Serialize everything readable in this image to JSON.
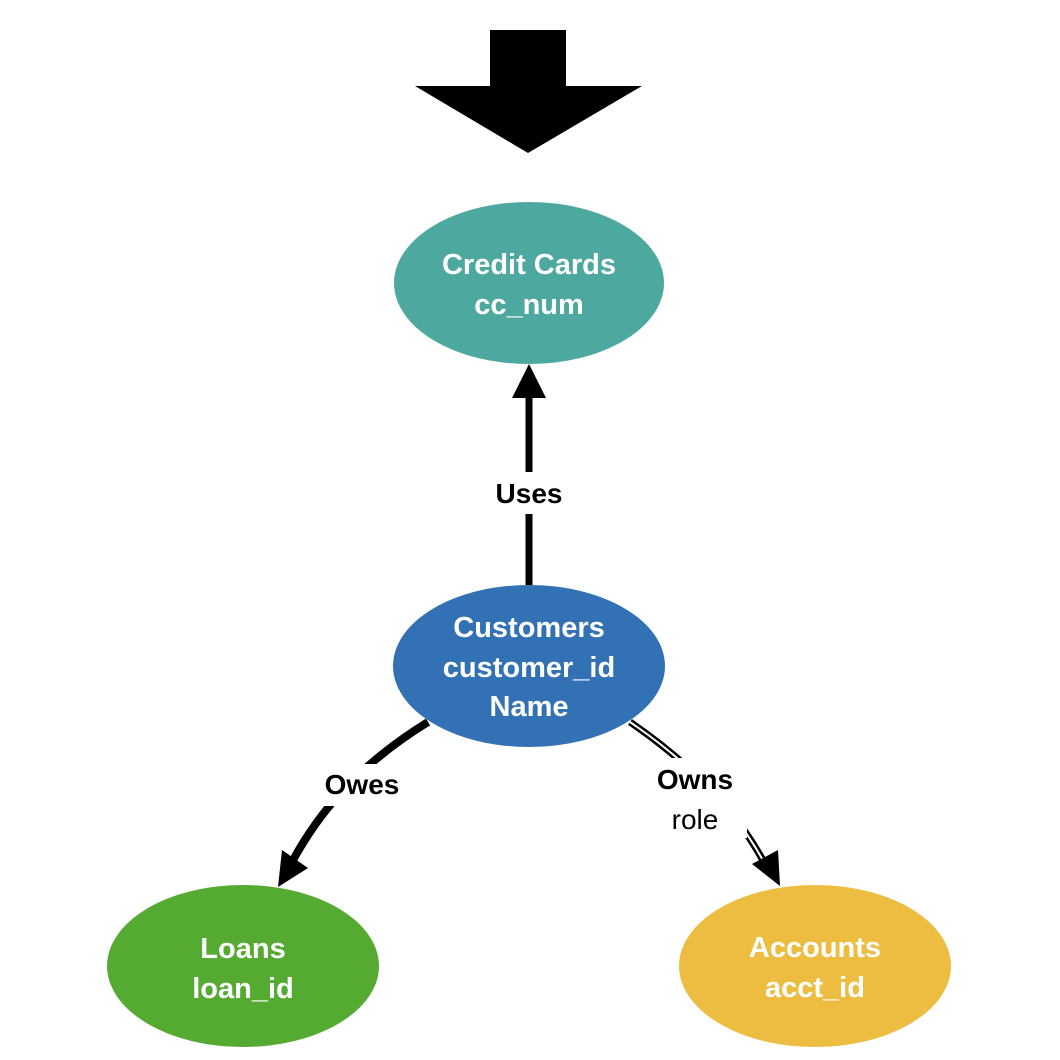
{
  "nodes": {
    "credit_cards": {
      "title": "Credit Cards",
      "attrs": [
        "cc_num"
      ],
      "color": "#4da9a0"
    },
    "customers": {
      "title": "Customers",
      "attrs": [
        "customer_id",
        "Name"
      ],
      "color": "#3371b5"
    },
    "loans": {
      "title": "Loans",
      "attrs": [
        "loan_id"
      ],
      "color": "#55ab32"
    },
    "accounts": {
      "title": "Accounts",
      "attrs": [
        "acct_id"
      ],
      "color": "#ecbd40"
    }
  },
  "edges": {
    "uses": {
      "label": "Uses"
    },
    "owes": {
      "label": "Owes"
    },
    "owns": {
      "label": "Owns",
      "attr": "role"
    }
  },
  "colors": {
    "edge": "#000000",
    "text_on_node": "#ffffff"
  }
}
